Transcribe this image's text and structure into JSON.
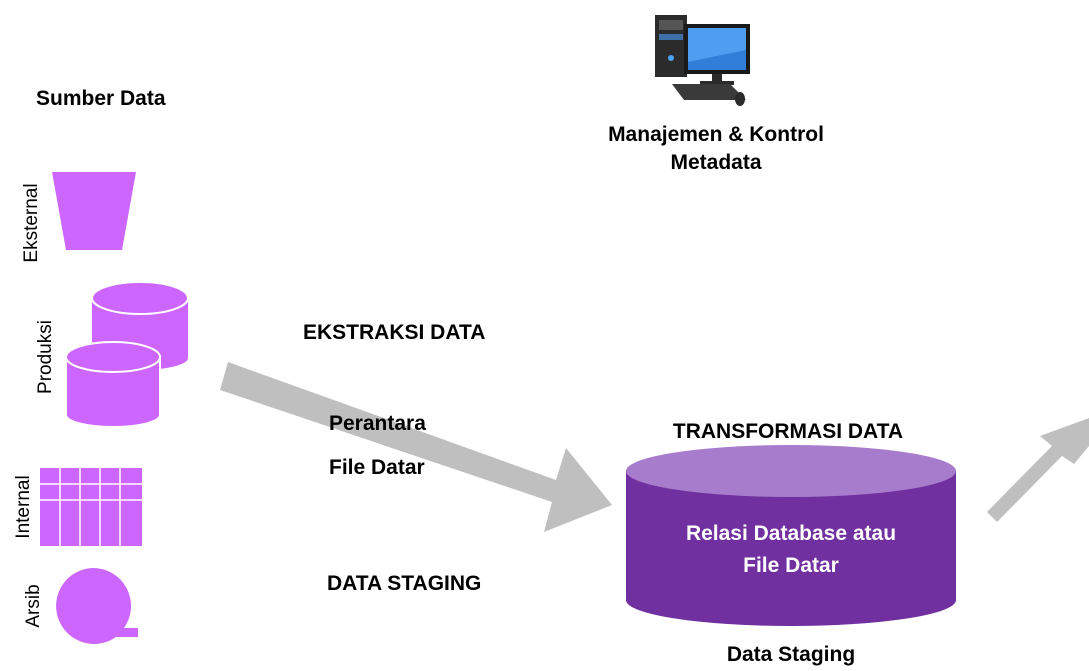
{
  "sources": {
    "title": "Sumber Data",
    "types": [
      "Eksternal",
      "Produksi",
      "Internal",
      "Arsib"
    ]
  },
  "metadata": {
    "line1": "Manajemen & Kontrol",
    "line2": "Metadata",
    "icon": "desktop-computer-icon"
  },
  "extraction": {
    "title": "EKSTRAKSI DATA",
    "intermediate_line1": "Perantara",
    "intermediate_line2": "File Datar",
    "staging": "DATA STAGING"
  },
  "transformation": {
    "title": "TRANSFORMASI DATA",
    "cylinder_line1": "Relasi Database atau",
    "cylinder_line2": "File Datar",
    "caption": "Data Staging"
  },
  "colors": {
    "source_shape": "#cc66ff",
    "staging_cylinder_body": "#7030a0",
    "staging_cylinder_top": "#a87ccc",
    "arrow": "#bfbfbf"
  }
}
